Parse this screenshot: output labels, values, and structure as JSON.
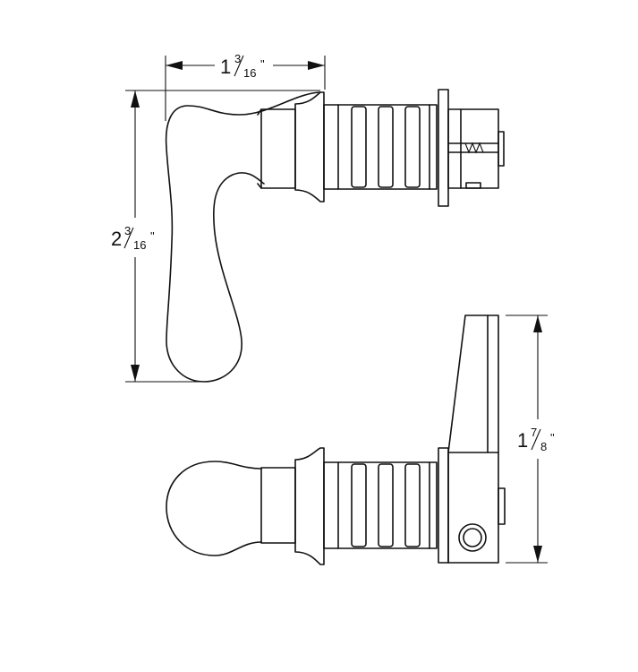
{
  "dimensions": {
    "width_top": {
      "whole": "1",
      "num": "3",
      "den": "16",
      "unit": "\""
    },
    "height_top": {
      "whole": "2",
      "num": "3",
      "den": "16",
      "unit": "\""
    },
    "height_bottom": {
      "whole": "1",
      "num": "7",
      "den": "8",
      "unit": "\""
    }
  },
  "line_color": "#111111",
  "background": "#ffffff"
}
